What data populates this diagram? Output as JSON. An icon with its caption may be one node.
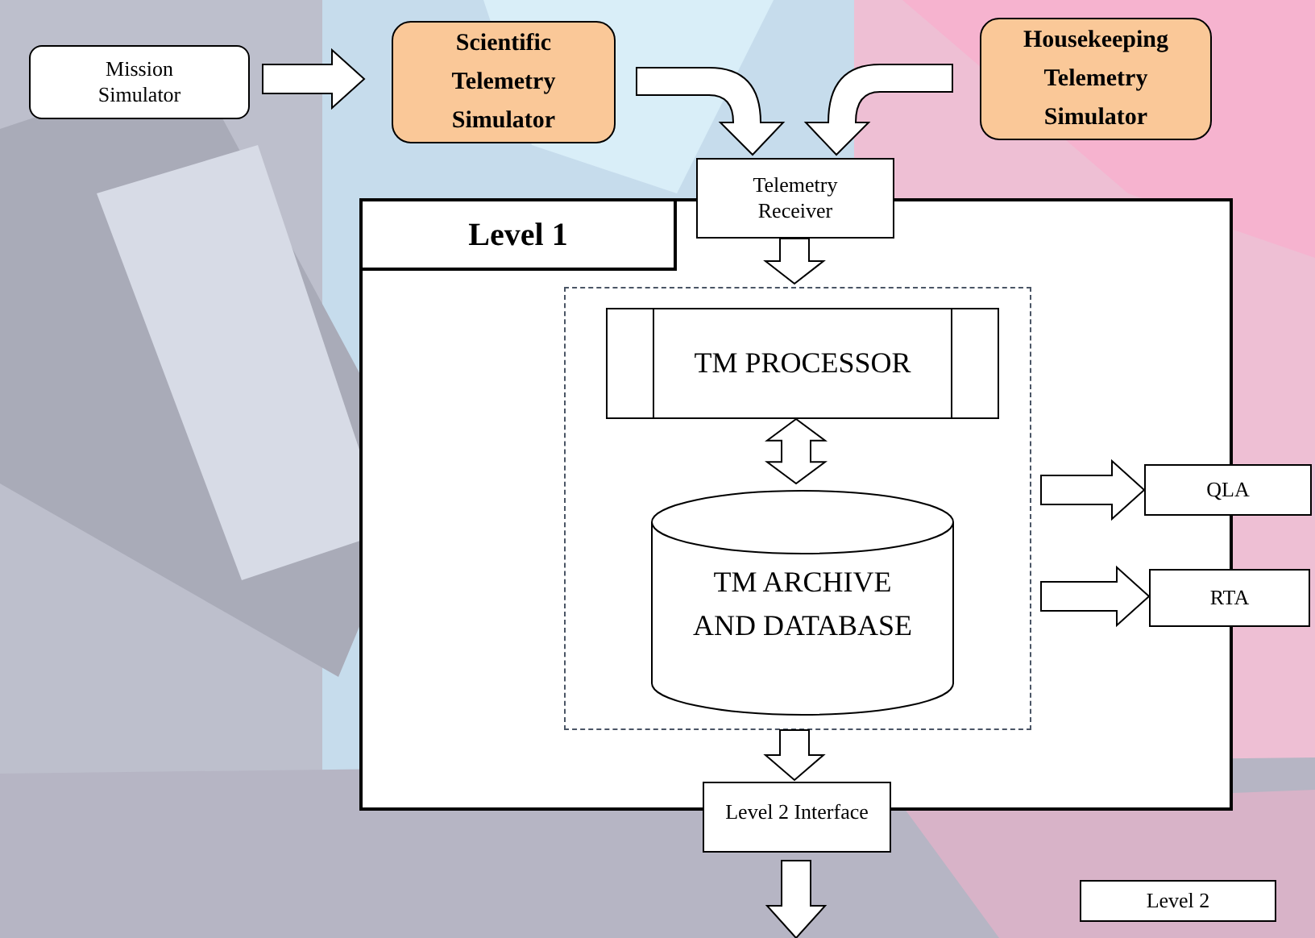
{
  "diagram": {
    "nodes": [
      {
        "text": [
          "Mission Simulator"
        ]
      },
      {
        "text": [
          "Scientific Telemetry Simulator"
        ]
      },
      {
        "text": [
          "Housekeeping Telemetry Simulator"
        ]
      },
      {
        "text": [
          "Telemetry Receiver"
        ]
      },
      {
        "text": [
          "Level 1"
        ]
      },
      {
        "text": [],
        "shape": "box",
        "in": 4
      },
      {
        "text": [
          "TM PROCESSOR"
        ],
        "in": 5
      },
      {
        "text": [
          "TM ARCHIVE AND DATABASE"
        ],
        "in": 5
      },
      {
        "text": [
          "QLA"
        ]
      },
      {
        "text": [
          "RTA"
        ]
      },
      {
        "text": [
          "Level 2 Interface"
        ]
      },
      {
        "text": [
          "Level 2"
        ]
      }
    ],
    "edges": [
      {
        "from": 0,
        "to": 1,
        "arrow": "to"
      },
      {
        "from": 1,
        "to": 3,
        "arrow": "to"
      },
      {
        "from": 2,
        "to": 3,
        "arrow": "to"
      },
      {
        "from": 3,
        "to": 5,
        "arrow": "to"
      },
      {
        "from": 6,
        "to": 7,
        "arrow": "both"
      },
      {
        "from": 5,
        "to": 8,
        "arrow": "to"
      },
      {
        "from": 5,
        "to": 9,
        "arrow": "to"
      },
      {
        "from": 5,
        "to": 10,
        "arrow": "to"
      },
      {
        "from": 10,
        "to": null,
        "arrow": "to"
      }
    ]
  }
}
